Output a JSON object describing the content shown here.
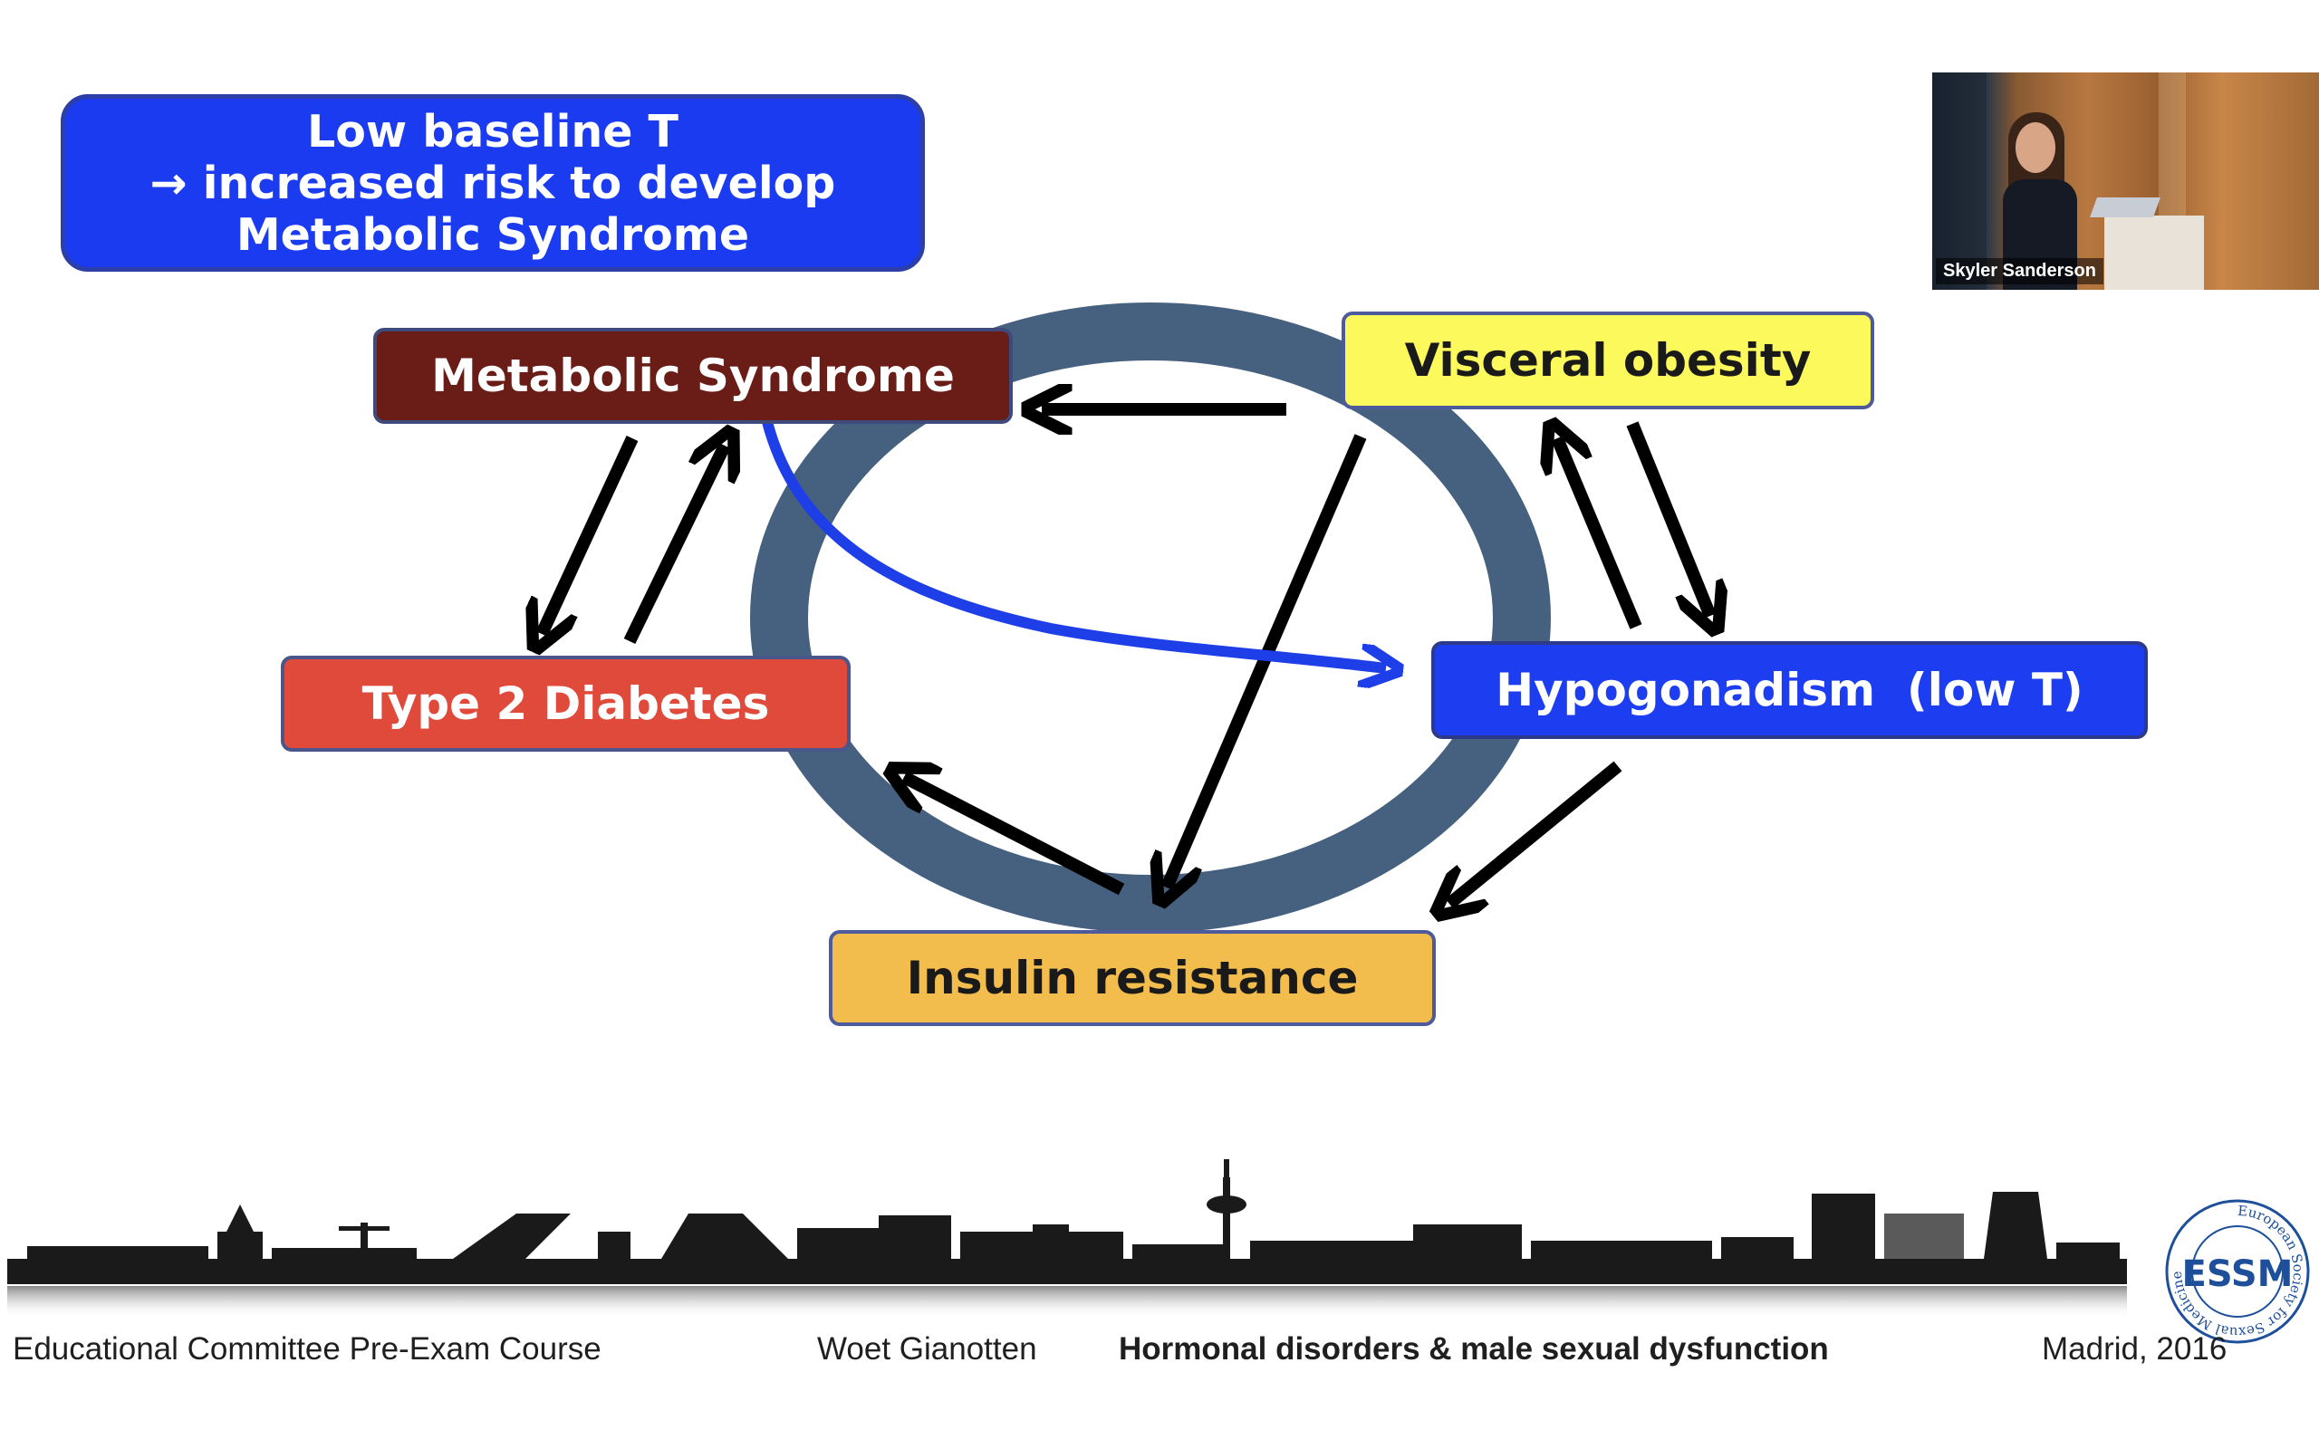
{
  "slide": {
    "header": {
      "line1": "Low baseline T",
      "line2": "→ increased risk to develop",
      "line3": "Metabolic Syndrome"
    },
    "nodes": {
      "metabolic_syndrome": "Metabolic Syndrome",
      "visceral_obesity": "Visceral obesity",
      "type2_diabetes": "Type 2 Diabetes",
      "hypogonadism": "Hypogonadism  (low T)",
      "insulin_resistance": "Insulin resistance"
    },
    "colors": {
      "header_bg": "#1a3bf0",
      "metabolic": "#6a1c16",
      "visceral": "#fbf95b",
      "diabetes": "#df4a3a",
      "hypogonadism": "#1c3ef0",
      "insulin": "#f2bd4c",
      "cycle_ring": "#46607f",
      "highlight_arrow": "#1e3ee8"
    },
    "footer": {
      "course": "Educational Committee Pre-Exam Course",
      "author": "Woet Gianotten",
      "title": "Hormonal disorders & male sexual dysfunction",
      "place": "Madrid, 2016"
    },
    "logo_text": "ESSM",
    "logo_ring_text": "European Society for Sexual Medicine"
  },
  "webcam": {
    "speaker_name": "Skyler Sanderson"
  }
}
